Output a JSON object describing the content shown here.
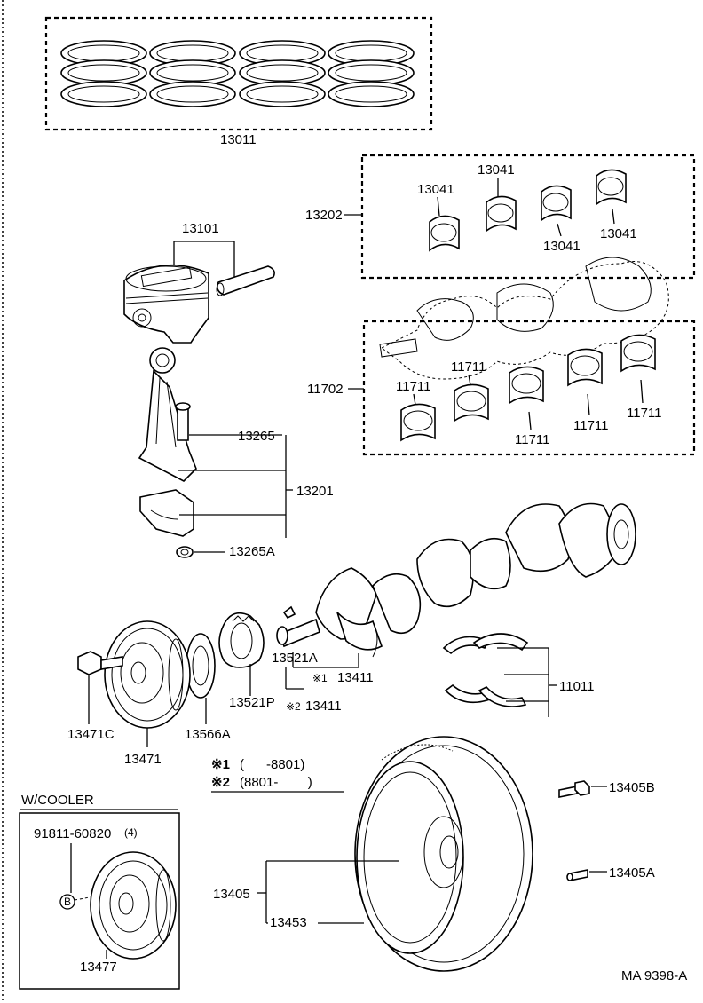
{
  "labels": {
    "piston_rings": "13011",
    "piston": "13101",
    "bearing_set_upper": "13202",
    "bearing_13041_a": "13041",
    "bearing_13041_b": "13041",
    "bearing_13041_c": "13041",
    "bearing_13041_d": "13041",
    "crank_bearing_set": "11702",
    "bearing_11711_a": "11711",
    "bearing_11711_b": "11711",
    "bearing_11711_c": "11711",
    "bearing_11711_d": "11711",
    "bearing_11711_e": "11711",
    "rod_bolt": "13265",
    "connecting_rod": "13201",
    "rod_nut": "13265A",
    "key": "13521A",
    "crank_1": "13411",
    "crank_2": "13411",
    "crank_gear": "13521P",
    "thrust_washer": "11011",
    "pulley_bolt": "13471C",
    "crank_pulley": "13471",
    "oil_seal": "13566A",
    "flywheel_bolt": "13405B",
    "flywheel_pin": "13405A",
    "flywheel_assy": "13405",
    "ring_gear": "13453",
    "w_cooler": "W/COOLER",
    "cooler_bolt": "91811-60820",
    "cooler_bolt_qty": "(4)",
    "cooler_pulley": "13477",
    "b_marker": "B",
    "diagram_id": "MA 9398-A"
  },
  "notes": {
    "mark1": "※1",
    "mark1_range": "(      -8801)",
    "mark2": "※2",
    "mark2_range": "(8801-        )",
    "small1": "※1",
    "small2": "※2"
  }
}
